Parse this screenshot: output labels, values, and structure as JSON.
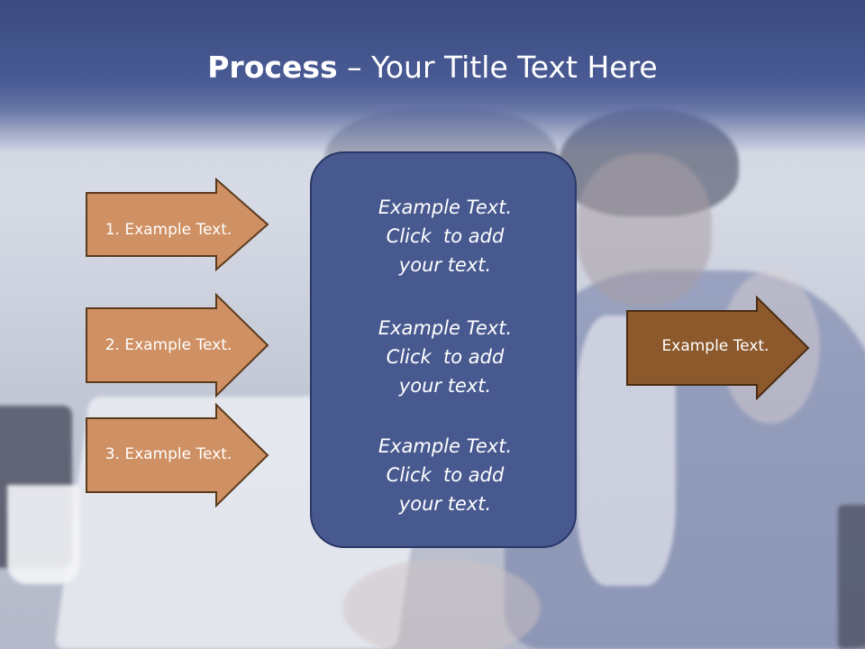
{
  "slide": {
    "title_bold": "Process",
    "title_rest": " – Your Title Text Here",
    "left_steps": [
      {
        "label": "1. Example Text."
      },
      {
        "label": "2. Example Text."
      },
      {
        "label": "3. Example Text."
      }
    ],
    "center_items": [
      {
        "line1": "Example Text.",
        "line2": "Click  to add",
        "line3": "your text."
      },
      {
        "line1": "Example Text.",
        "line2": "Click  to add",
        "line3": "your text."
      },
      {
        "line1": "Example Text.",
        "line2": "Click  to add",
        "line3": "your text."
      }
    ],
    "right_step": {
      "label": "Example Text."
    }
  },
  "colors": {
    "header": "#3a4b80",
    "left_arrow_fill": "#cf9063",
    "left_arrow_stroke": "#5a3a1d",
    "center_box_fill": "#48598f",
    "right_arrow_fill": "#8c592d"
  }
}
